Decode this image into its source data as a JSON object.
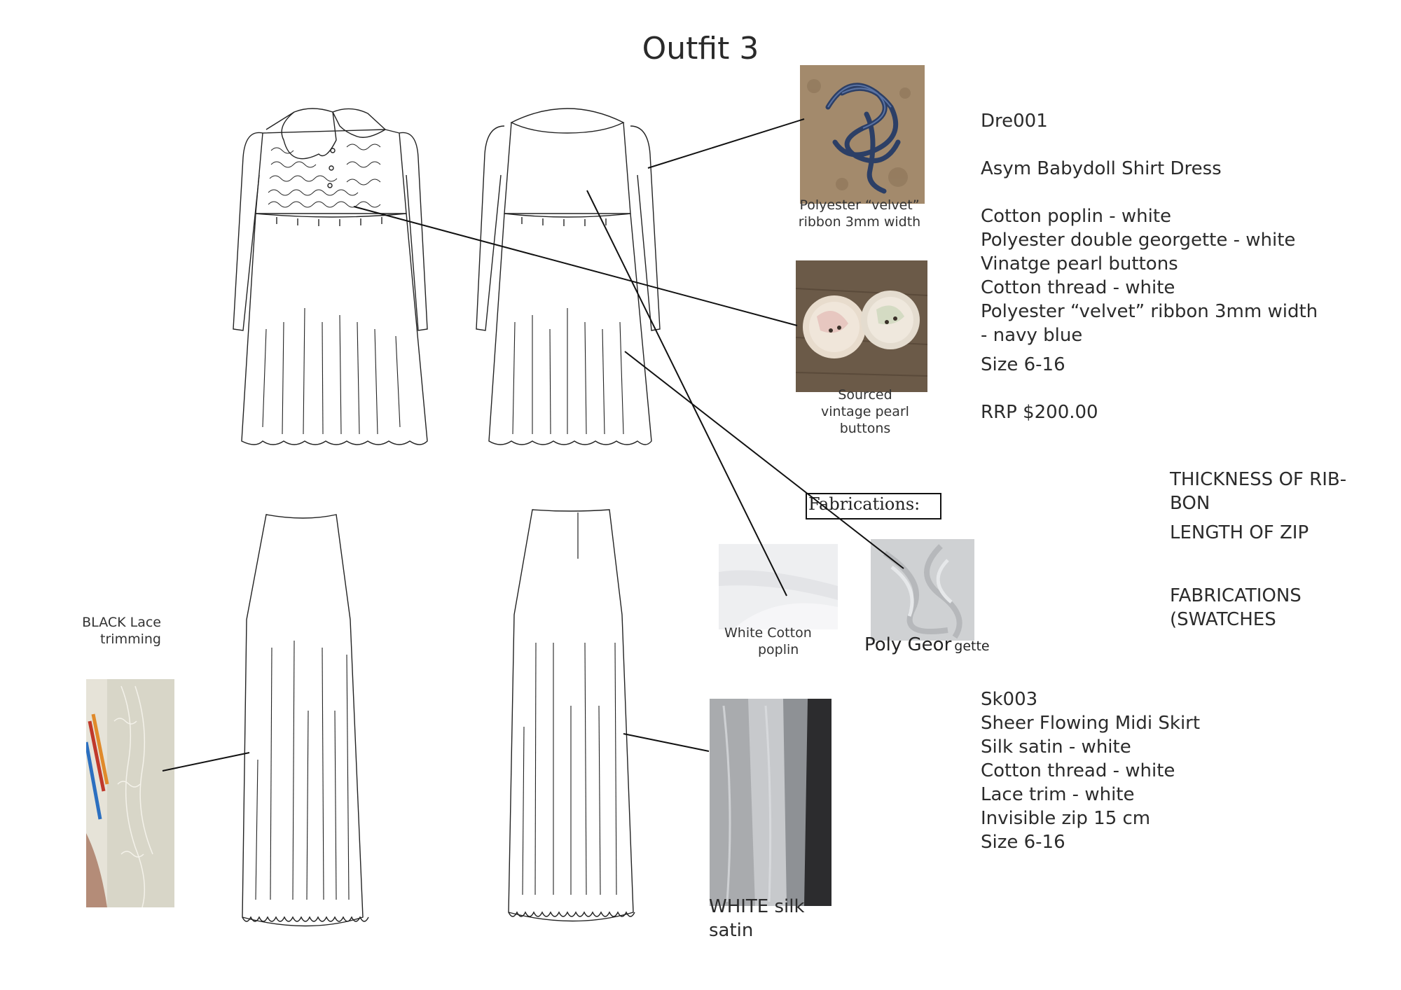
{
  "title": "Outfit 3",
  "dress_spec": {
    "code": "Dre001",
    "name": "Asym Babydoll Shirt Dress",
    "materials": [
      "Cotton poplin - white",
      "Polyester double georgette - white",
      "Vinatge pearl buttons",
      "Cotton thread - white",
      "Polyester “velvet” ribbon 3mm width",
      "- navy blue"
    ],
    "size": "Size 6-16",
    "rrp": "RRP $200.00"
  },
  "skirt_spec": {
    "code": "Sk003",
    "name": "Sheer Flowing Midi Skirt",
    "materials": [
      "Silk satin - white",
      "Cotton thread - white",
      "Lace trim - white",
      "Invisible zip 15 cm"
    ],
    "size": "Size 6-16"
  },
  "notes": {
    "ribbon_1": "THICKNESS OF RIB-",
    "ribbon_2": "BON",
    "zip": "LENGTH OF ZIP",
    "fab_1": "FABRICATIONS",
    "fab_2": "(SWATCHES"
  },
  "fabrications_label": "Fabrications:",
  "swatches": {
    "ribbon_1": "Polyester “velvet”",
    "ribbon_2": "ribbon 3mm width",
    "buttons_1": "Sourced",
    "buttons_2": "vintage pearl",
    "buttons_3": "buttons",
    "cotton_1": "White Cotton",
    "cotton_2": "poplin",
    "georgette_a": "Poly Geor",
    "georgette_b": "gette",
    "lace_1": "BLACK Lace",
    "lace_2": "trimming",
    "satin_1": "WHITE silk",
    "satin_2": "satin"
  },
  "colors": {
    "navy_ribbon": "#2c3f66",
    "pearl": "#e8dccd",
    "wood": "#6b5a48",
    "georgette": "#cfd1d3",
    "satin": "#9a9ea3"
  }
}
